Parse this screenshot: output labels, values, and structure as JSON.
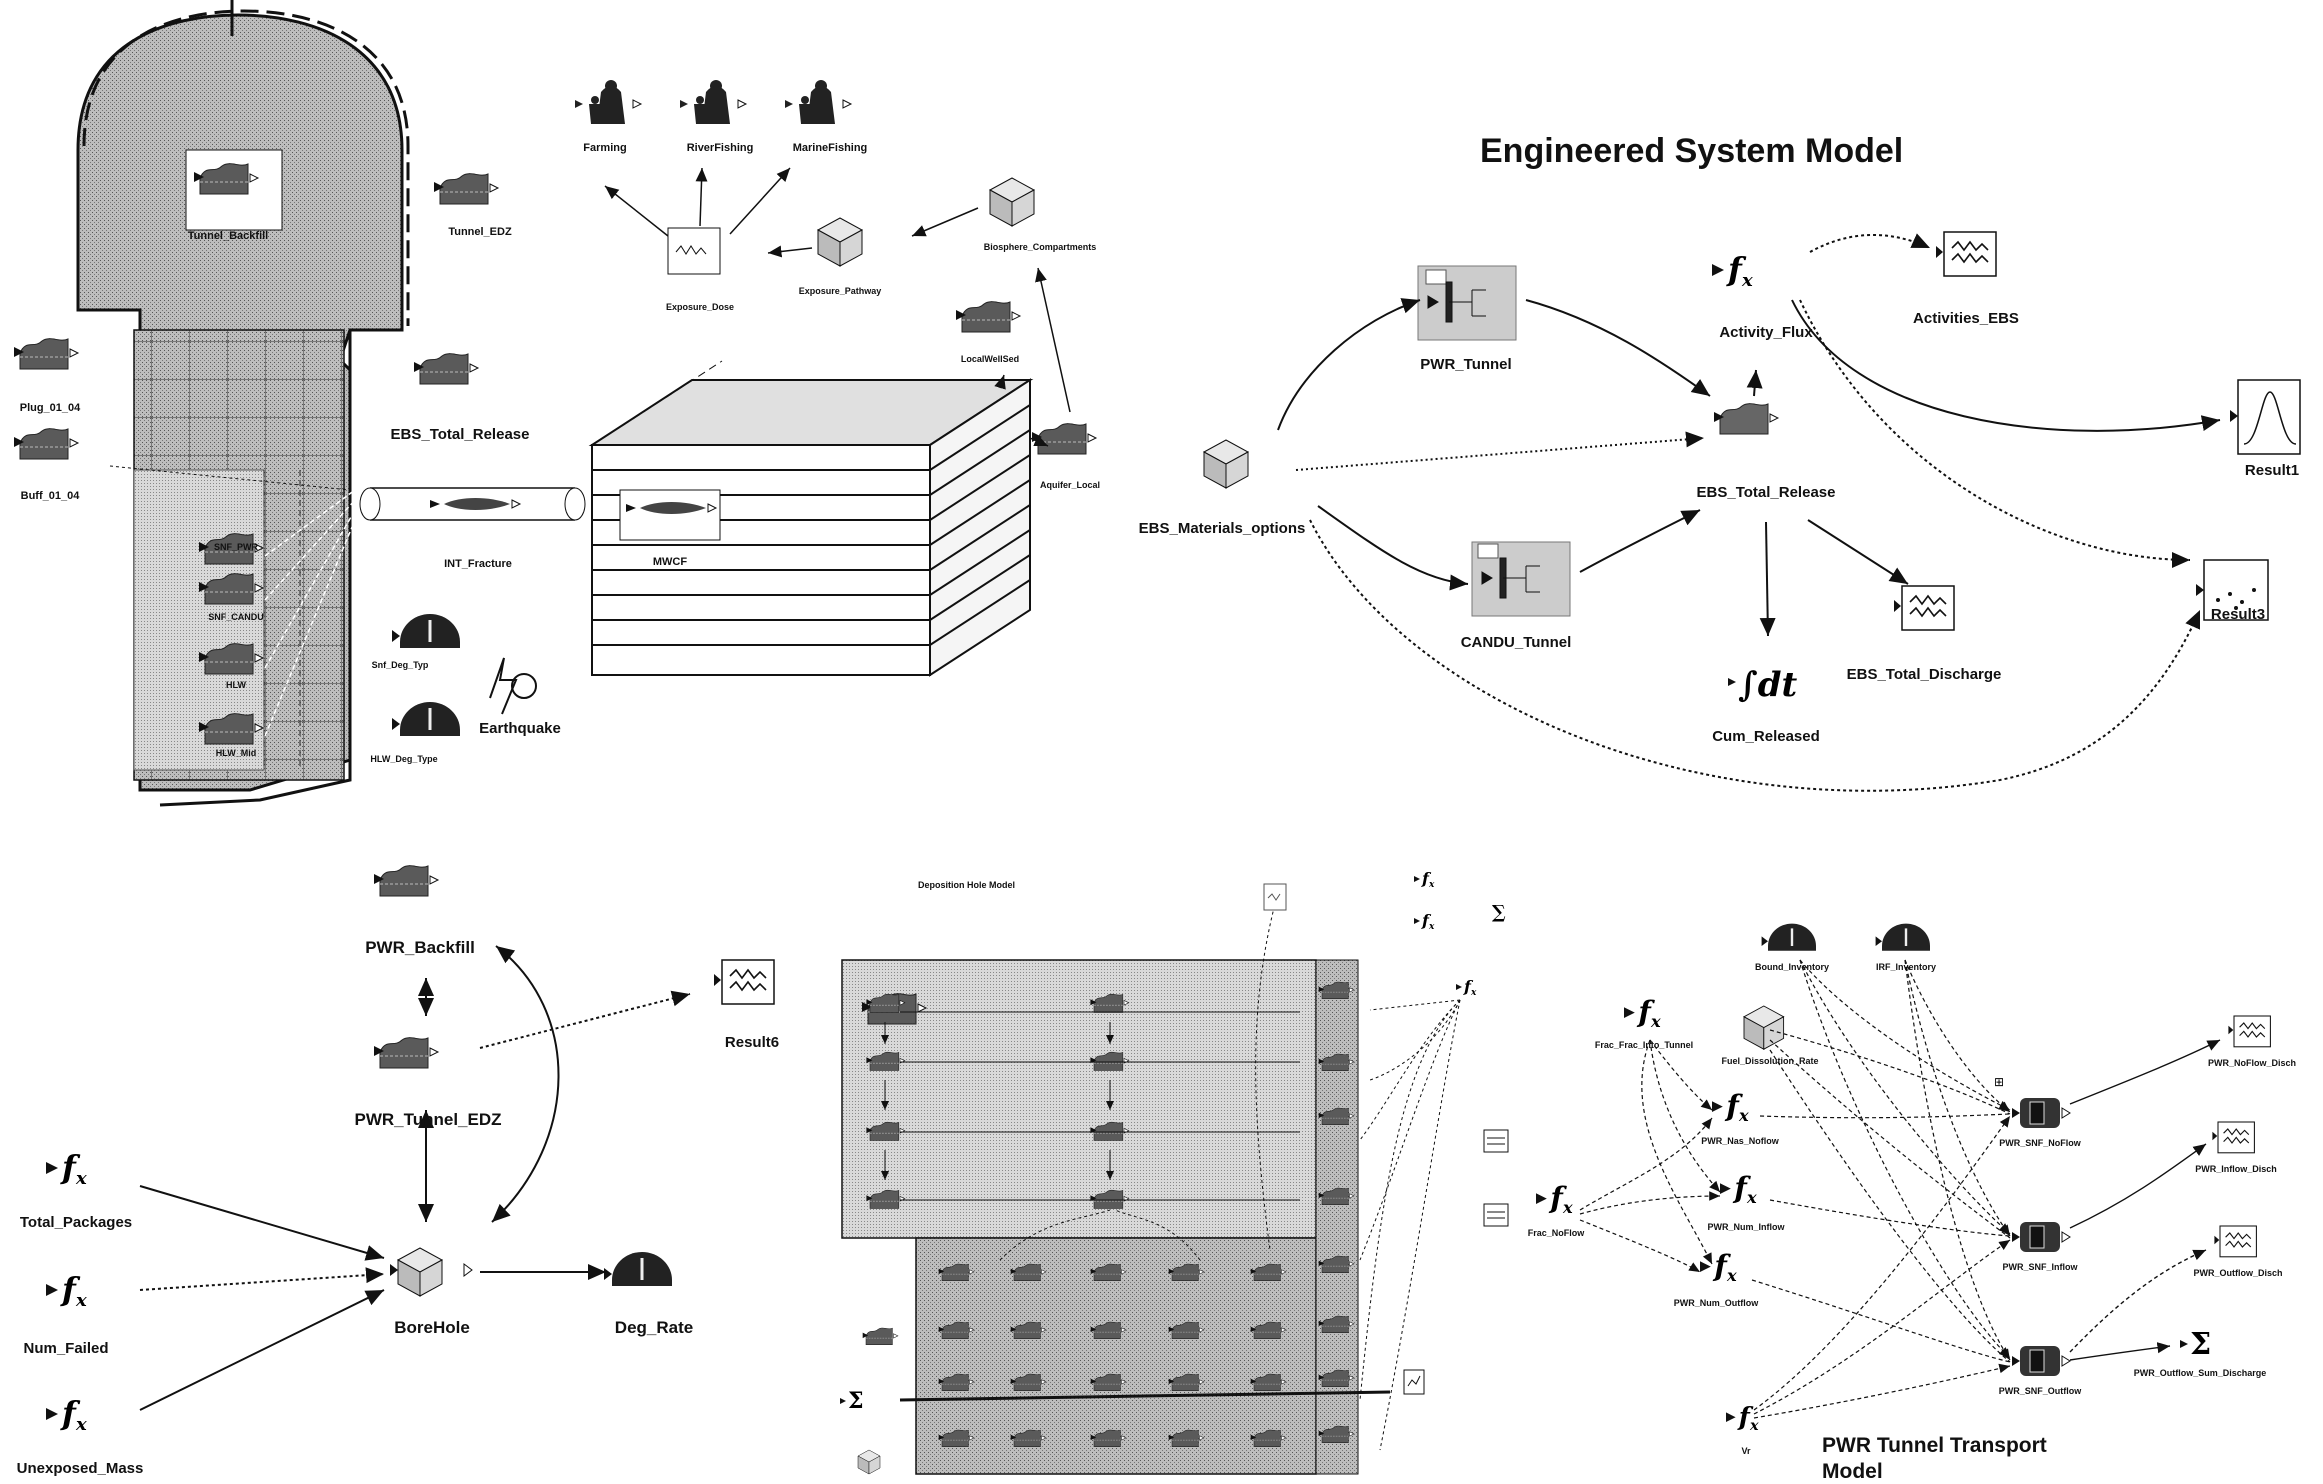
{
  "titles": {
    "engineered": "Engineered System Model",
    "deposition": "Deposition Hole Model",
    "pwr_tunnel": "PWR Tunnel Transport",
    "pwr_tunnel_2": "Model"
  },
  "repository": {
    "tunnel_backfill": "Tunnel_Backfill",
    "tunnel_edz": "Tunnel_EDZ",
    "plug": "Plug_01_04",
    "buff": "Buff_01_04",
    "ebs_total_release": "EBS_Total_Release",
    "int_fracture": "INT_Fracture",
    "mwcf": "MWCF",
    "snf_deg_type": "Snf_Deg_Typ",
    "hlw_deg_type": "HLW_Deg_Type",
    "earthquake": "Earthquake",
    "farming": "Farming",
    "riverfishing": "RiverFishing",
    "marinefishing": "MarineFishing",
    "exposure_dose": "Exposure_Dose",
    "exposure_pathway": "Exposure_Pathway",
    "biosphere": "Biosphere_Compartments",
    "localwell": "LocalWellSed",
    "aquifer": "Aquifer_Local",
    "pkg1": "SNF_PWR",
    "pkg2": "SNF_CANDU",
    "pkg3": "HLW",
    "pkg4": "HLW_Mid"
  },
  "ebs_model": {
    "pwr_tunnel": "PWR_Tunnel",
    "activity_flux": "Activity_Flux",
    "activities_ebs": "Activities_EBS",
    "result1": "Result1",
    "ebs_total_release": "EBS_Total_Release",
    "ebs_materials": "EBS_Materials_options",
    "candu_tunnel": "CANDU_Tunnel",
    "result3": "Result3",
    "cum_released": "Cum_Released",
    "ebs_total_discharge": "EBS_Total_Discharge"
  },
  "borehole_model": {
    "pwr_backfill": "PWR_Backfill",
    "result6": "Result6",
    "pwr_tunnel_edz": "PWR_Tunnel_EDZ",
    "total_packages": "Total_Packages",
    "num_failed": "Num_Failed",
    "unexposed_mass": "Unexposed_Mass",
    "borehole": "BoreHole",
    "deg_rate": "Deg_Rate"
  },
  "pwr_transport": {
    "bound_inventory": "Bound_Inventory",
    "irf_inventory": "IRF_Inventory",
    "frac_into_tunnel": "Frac_Frac_Into_Tunnel",
    "fuel_dissolution": "Fuel_Dissolution_Rate",
    "pwr_nas_noflow": "PWR_Nas_Noflow",
    "pwr_num_inflow": "PWR_Num_Inflow",
    "pwr_num_outflow": "PWR_Num_Outflow",
    "frac_noflow": "Frac_NoFlow",
    "pwr_snf_noflow": "PWR_SNF_NoFlow",
    "pwr_snf_inflow": "PWR_SNF_Inflow",
    "pwr_snf_outflow": "PWR_SNF_Outflow",
    "pwr_noflow_disch": "PWR_NoFlow_Disch",
    "pwr_inflow_disch": "PWR_Inflow_Disch",
    "pwr_outflow_disch": "PWR_Outflow_Disch",
    "pwr_outflow_sum": "PWR_Outflow_Sum_Discharge",
    "vr": "Vr"
  },
  "symbols": {
    "fx": "f",
    "fx_sub": "x",
    "integral": "∫dt",
    "sigma": "Σ"
  },
  "colors": {
    "ink": "#111111",
    "stipple": "#9a9a9a",
    "box": "#c8c8c8",
    "light_box": "#e6e6e6"
  }
}
